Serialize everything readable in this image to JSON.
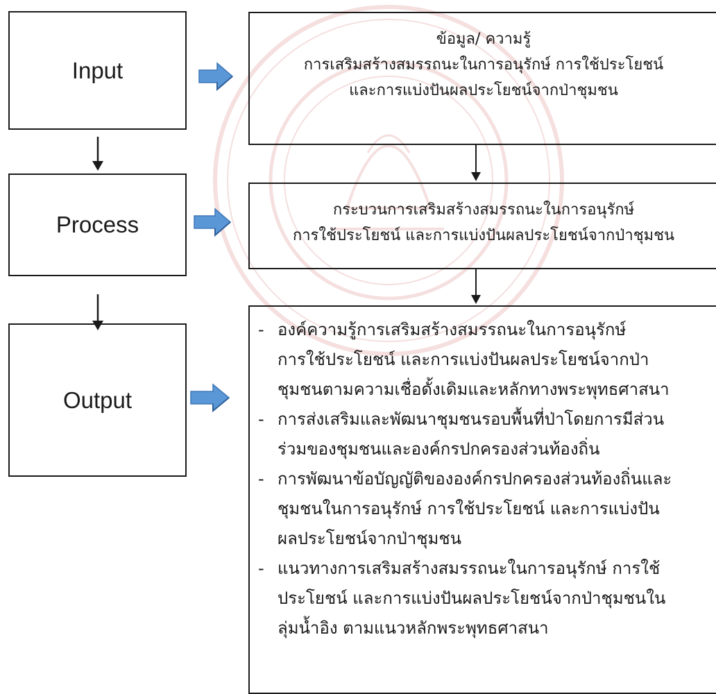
{
  "colors": {
    "stroke": "#1a1a1a",
    "arrow_fill": "#5a97d6",
    "arrow_shade": "#3f77b6",
    "watermark": "#c03a3a"
  },
  "stages": {
    "input": "Input",
    "process": "Process",
    "output": "Output"
  },
  "input_box": {
    "line1": "ข้อมูล/ ความรู้",
    "line2": "การเสริมสร้างสมรรถนะในการอนุรักษ์ การใช้ประโยชน์",
    "line3": "และการแบ่งปันผลประโยชน์จากป่าชุมชน"
  },
  "process_box": {
    "line1": "กระบวนการเสริมสร้างสมรรถนะในการอนุรักษ์",
    "line2": "การใช้ประโยชน์ และการแบ่งปันผลประโยชน์จากป่าชุมชน"
  },
  "output_box": {
    "items": [
      {
        "dash": "-",
        "lines": [
          "องค์ความรู้การเสริมสร้างสมรรถนะในการอนุรักษ์",
          "การใช้ประโยชน์ และการแบ่งปันผลประโยชน์จากป่า",
          "ชุมชนตามความเชื่อดั้งเดิมและหลักทางพระพุทธศาสนา"
        ]
      },
      {
        "dash": "-",
        "lines": [
          "การส่งเสริมและพัฒนาชุมชนรอบพื้นที่ป่าโดยการมีส่วน",
          "ร่วมของชุมชนและองค์กรปกครองส่วนท้องถิ่น"
        ]
      },
      {
        "dash": "-",
        "lines": [
          "การพัฒนาข้อบัญญัติขององค์กรปกครองส่วนท้องถิ่นและ",
          "ชุมชนในการอนุรักษ์ การใช้ประโยชน์ และการแบ่งปัน",
          "ผลประโยชน์จากป่าชุมชน"
        ]
      },
      {
        "dash": "-",
        "lines": [
          "แนวทางการเสริมสร้างสมรรถนะในการอนุรักษ์ การใช้",
          "ประโยชน์ และการแบ่งปันผลประโยชน์จากป่าชุมชนใน",
          "ลุ่มน้ำอิง ตามแนวหลักพระพุทธศาสนา"
        ]
      }
    ]
  }
}
